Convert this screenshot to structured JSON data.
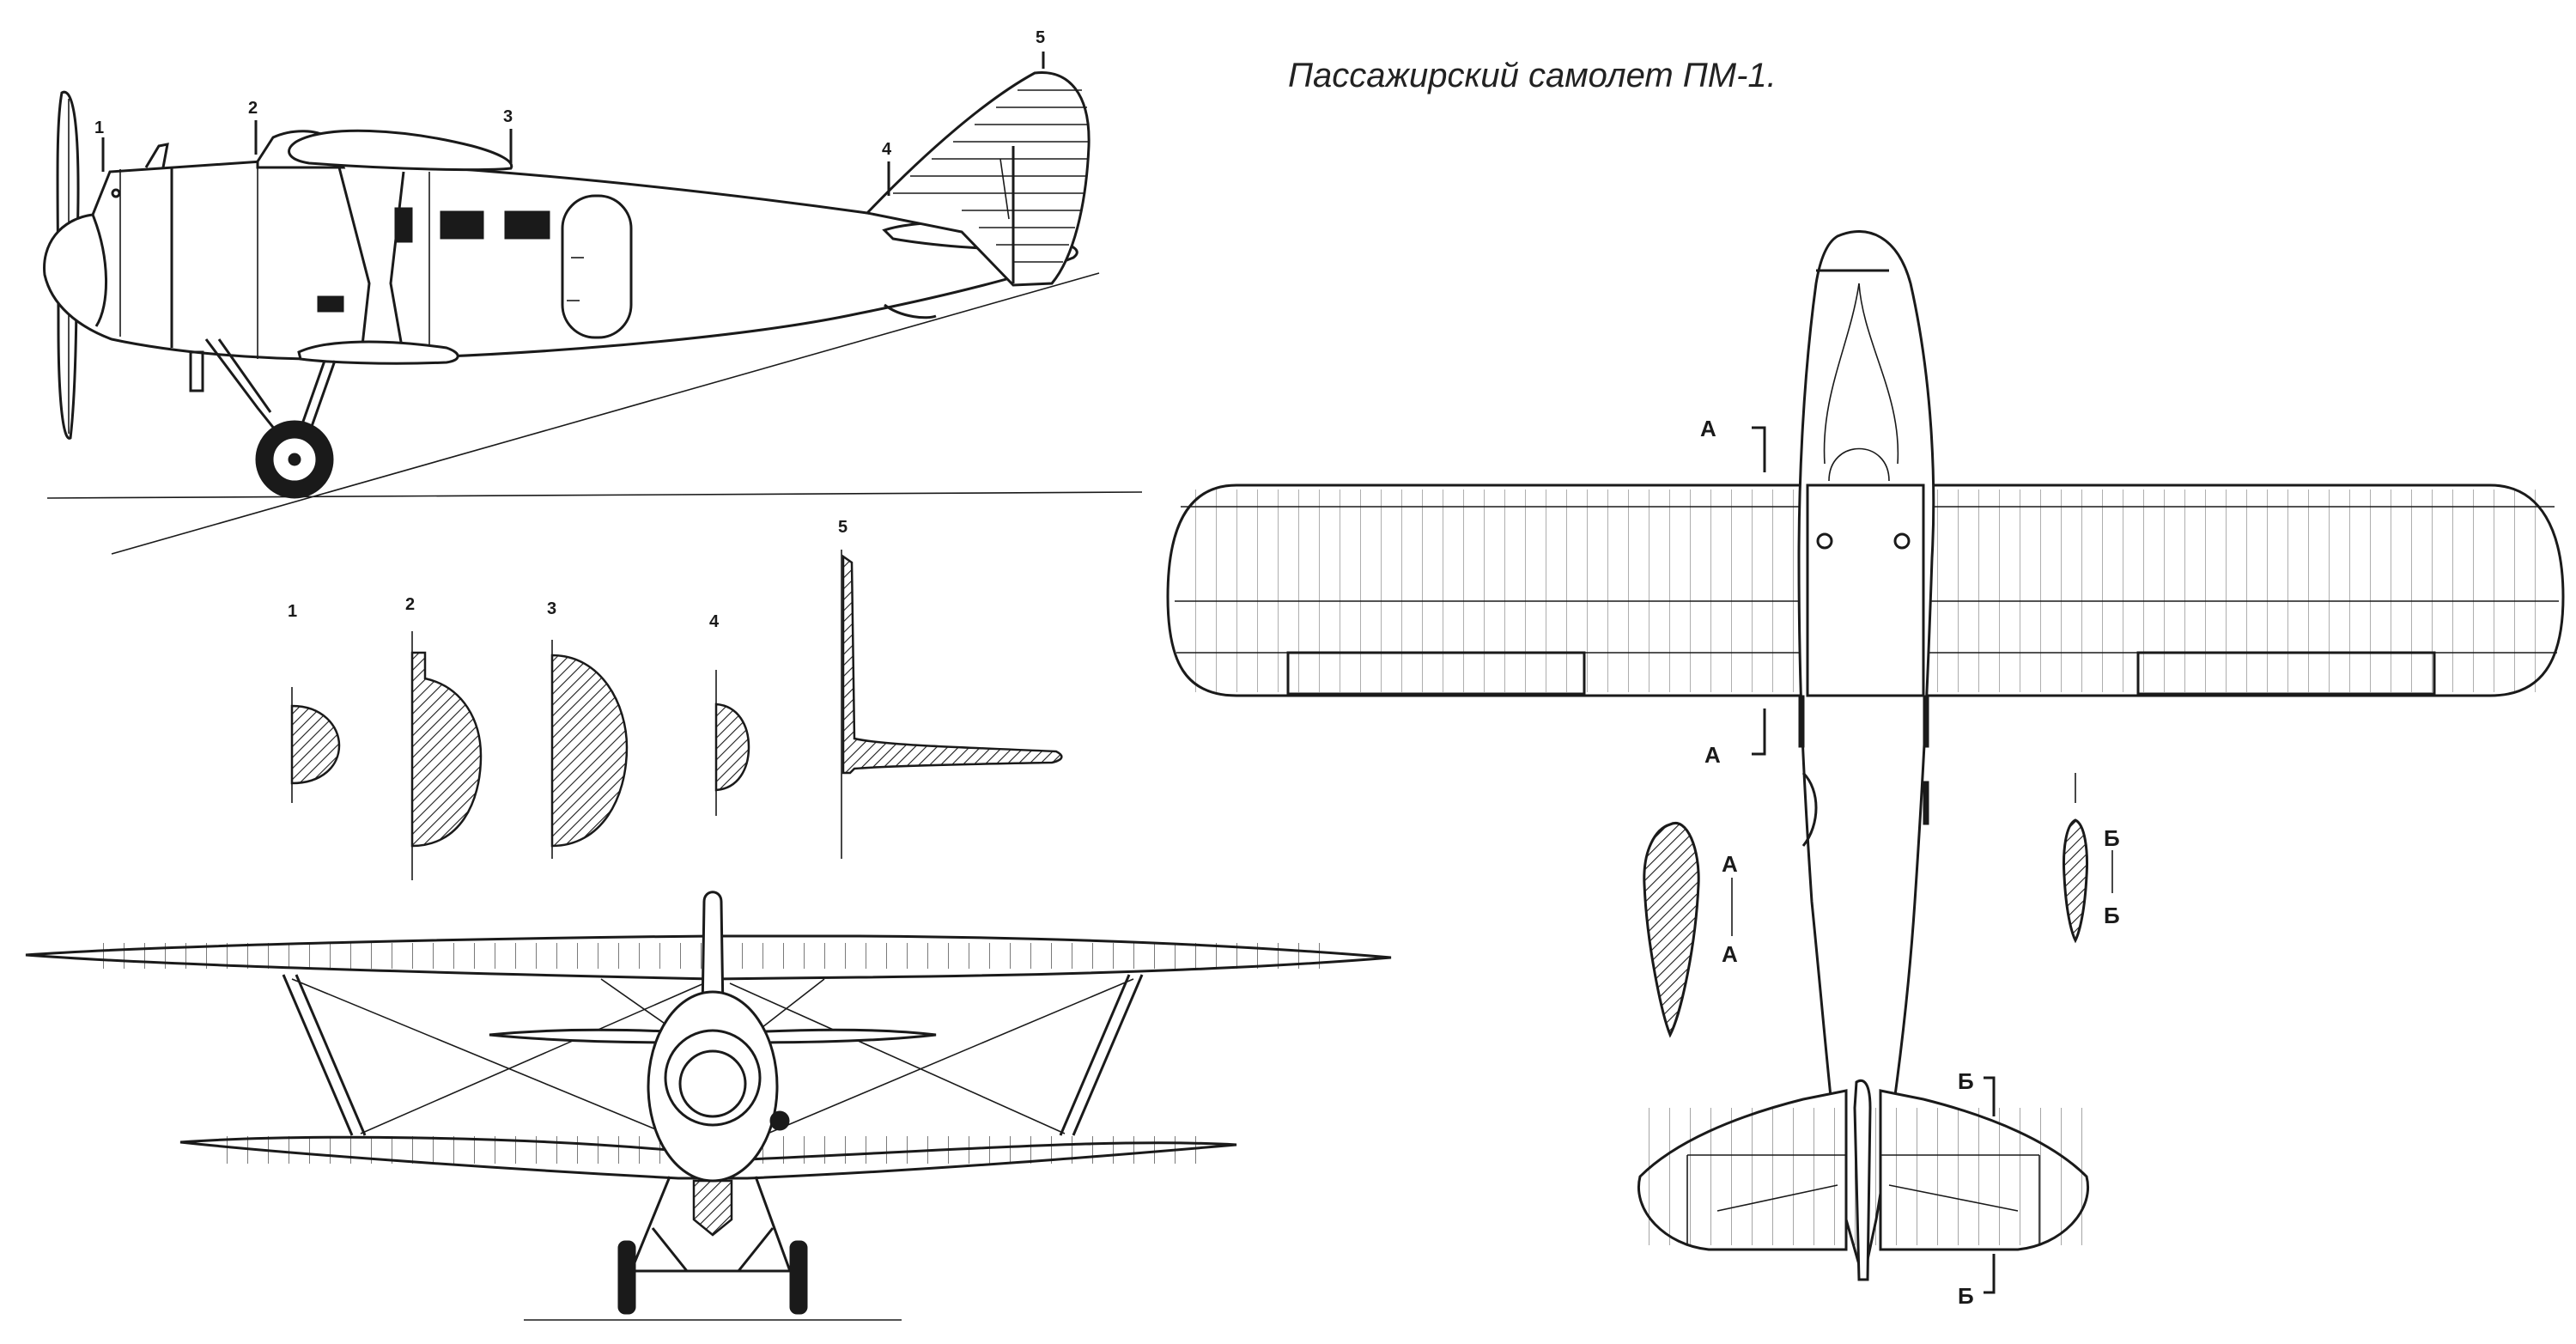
{
  "title": "Пассажирский самолет ПМ-1.",
  "side_view_markers": [
    "1",
    "2",
    "3",
    "4",
    "5"
  ],
  "section_labels": [
    "1",
    "2",
    "3",
    "4",
    "5"
  ],
  "top_view_section_marks": {
    "a_top": "А",
    "a_bottom": "А",
    "b_top": "Б",
    "b_bottom": "Б"
  },
  "profile_a_labels": [
    "А",
    "А"
  ],
  "profile_b_labels": [
    "Б",
    "Б"
  ],
  "icons": {
    "propeller": "propeller-icon",
    "wheel": "wheel-icon"
  }
}
